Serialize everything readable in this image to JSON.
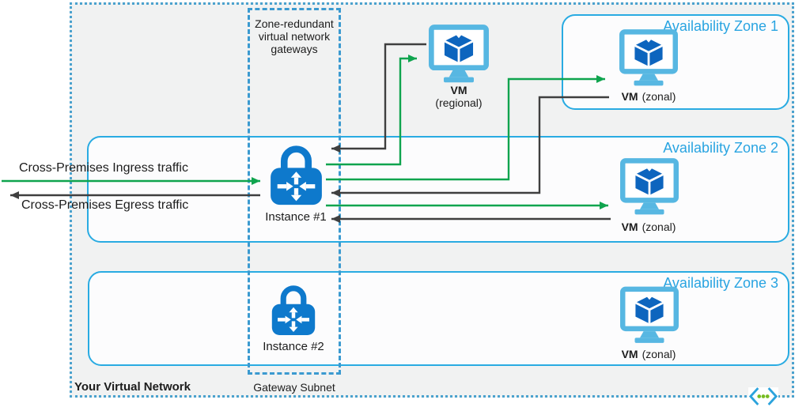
{
  "network": {
    "label": "Your Virtual Network",
    "gateway_subnet": {
      "header": "Zone-redundant virtual network gateways",
      "footer": "Gateway Subnet"
    },
    "traffic": {
      "ingress_label": "Cross-Premises Ingress traffic",
      "egress_label": "Cross-Premises Egress traffic"
    },
    "regional_vm": {
      "name": "VM",
      "scope": "(regional)"
    },
    "zones": [
      {
        "label": "Availability Zone 1",
        "vm_name": "VM",
        "vm_scope": "(zonal)"
      },
      {
        "label": "Availability Zone 2",
        "vm_name": "VM",
        "vm_scope": "(zonal)"
      },
      {
        "label": "Availability Zone 3",
        "vm_name": "VM",
        "vm_scope": "(zonal)"
      }
    ],
    "gateway_instances": [
      {
        "label": "Instance #1"
      },
      {
        "label": "Instance #2"
      }
    ]
  },
  "icons": {
    "vm": "vm-monitor-cube-icon",
    "gateway": "gateway-lock-arrows-icon",
    "virtual_network": "virtual-network-chevrons-icon"
  },
  "colors": {
    "line_green": "#0FA44E",
    "line_black": "#3F3F3F",
    "zone_border": "#29ABE2",
    "zone_label": "#29A4E1",
    "outer_border": "#4BA2CE",
    "subnet_border": "#3B9AD0",
    "lock_blue": "#0E79CC",
    "monitor_blue": "#57B7E2",
    "cube_blue": "#0D65BE",
    "vnet_chevron_blue": "#2BA3DC",
    "vnet_dot_green": "#76BC21",
    "canvas_fill": "#F1F2F2",
    "zone_fill": "#FCFCFD",
    "text_dark": "#1C1C1C"
  }
}
